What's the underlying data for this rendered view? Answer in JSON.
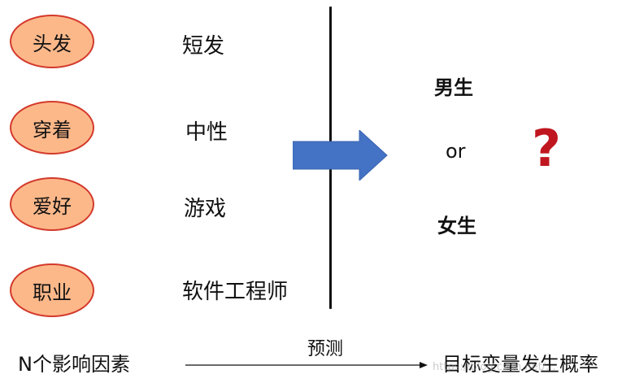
{
  "factors": [
    {
      "name": "头发",
      "value": "短发"
    },
    {
      "name": "穿着",
      "value": "中性"
    },
    {
      "name": "爱好",
      "value": "游戏"
    },
    {
      "name": "职业",
      "value": "软件工程师"
    }
  ],
  "outcomes": {
    "male": "男生",
    "or": "or",
    "female": "女生",
    "question_mark": "?"
  },
  "bottom": {
    "left_text": "N个影响因素",
    "arrow_label": "预测",
    "right_text": "目标变量发生概率",
    "watermark": "https://blog.csdn.net/..."
  },
  "colors": {
    "ellipse_fill": "#fdb88a",
    "ellipse_border": "#d33a2c",
    "arrow_fill": "#4472c4",
    "question_mark": "#c0161f"
  }
}
